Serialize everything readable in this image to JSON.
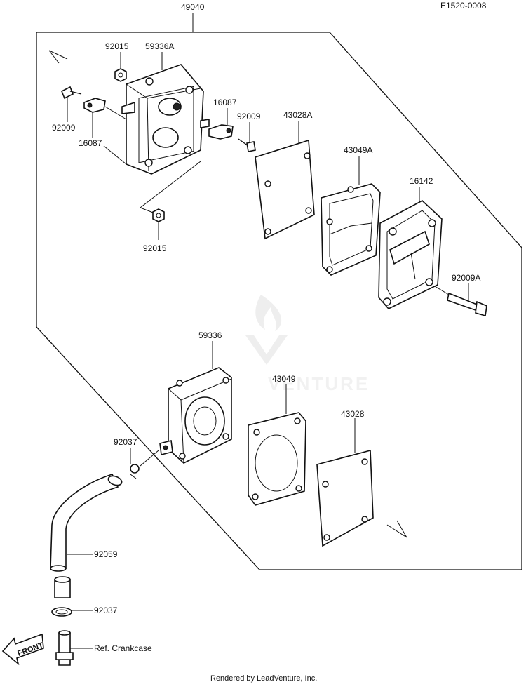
{
  "diagram_code": "E1520-0008",
  "assembly_ref": "49040",
  "callouts": {
    "p59336A": "59336A",
    "p92015_top": "92015",
    "p92009_left": "92009",
    "p16087_left": "16087",
    "p16087_right": "16087",
    "p92009_right": "92009",
    "p43028A": "43028A",
    "p43049A": "43049A",
    "p16142": "16142",
    "p92009A": "92009A",
    "p92015_bottom": "92015",
    "p59336": "59336",
    "p43049": "43049",
    "p43028": "43028",
    "p92037_top": "92037",
    "p92059": "92059",
    "p92037_bottom": "92037",
    "ref_crankcase": "Ref. Crankcase"
  },
  "front_marker": "FRONT",
  "watermark": "VENTURE",
  "footer": "Rendered by LeadVenture, Inc."
}
